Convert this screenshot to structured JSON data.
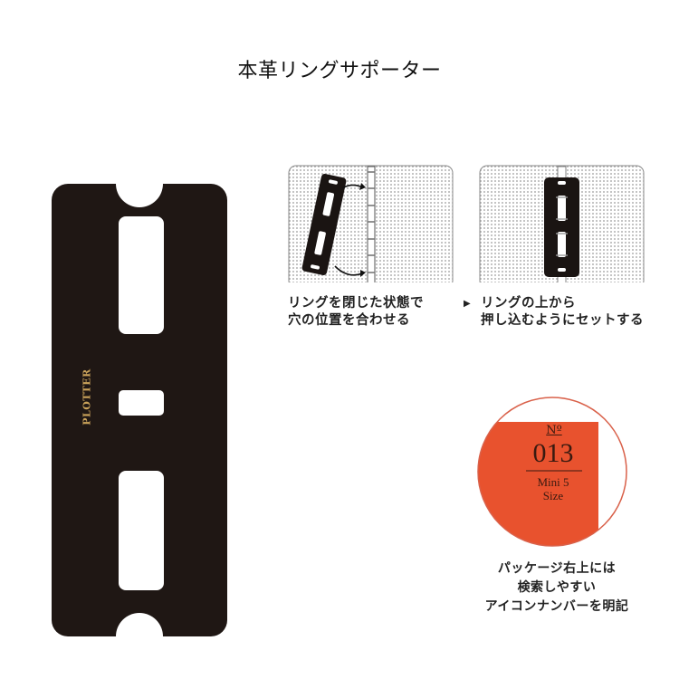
{
  "title": "本革リングサポーター",
  "product": {
    "brand_stamp": "PLOTTER",
    "colors": {
      "leather": "#1f1714",
      "stamp_gold": "#c9a25a",
      "badge_orange": "#e8522e",
      "badge_ring": "#d9614a",
      "dot_pattern": "#a8a8a8"
    }
  },
  "steps": [
    {
      "caption_line1": "リングを閉じた状態で",
      "caption_line2": "穴の位置を合わせる"
    },
    {
      "caption_line1": "リングの上から",
      "caption_line2": "押し込むようにセットする"
    }
  ],
  "step_arrow": "▶",
  "badge": {
    "number_label": "Nº",
    "number": "013",
    "size_line1": "Mini 5",
    "size_line2": "Size"
  },
  "badge_caption": {
    "line1": "パッケージ右上には",
    "line2": "検索しやすい",
    "line3": "アイコンナンバーを明記"
  }
}
